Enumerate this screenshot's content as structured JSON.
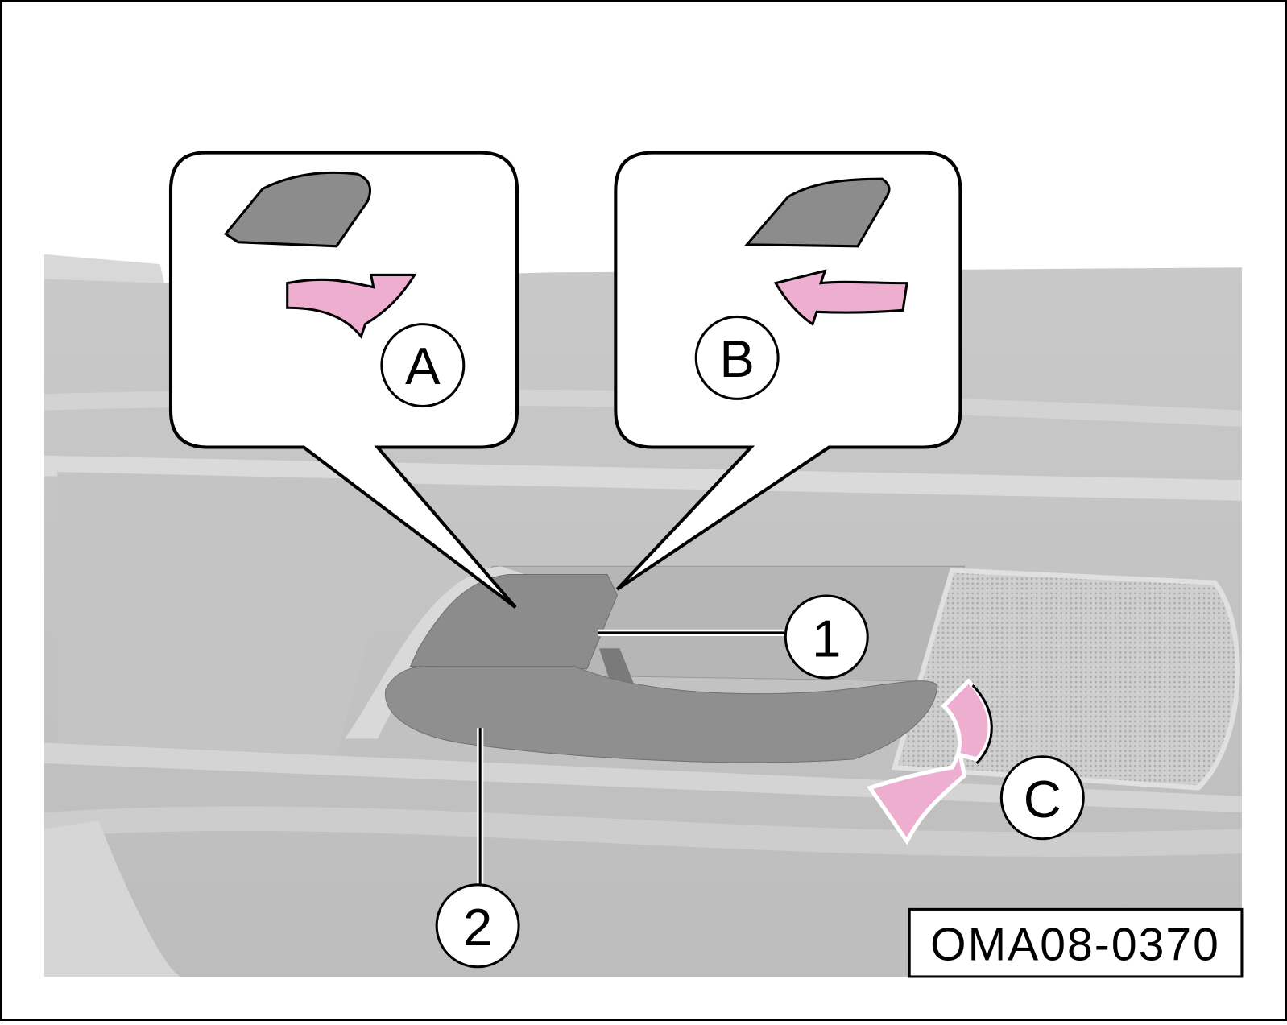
{
  "figure": {
    "code": "OMA08-0370",
    "callouts": {
      "inset_a": "A",
      "inset_b": "B",
      "arrow_c": "C",
      "part_1": "1",
      "part_2": "2"
    },
    "colors": {
      "arrow_pink": "#eeaed0",
      "panel_gray": "#c8c8c8",
      "handle_gray": "#8a8a8a",
      "outline": "#000000"
    }
  }
}
